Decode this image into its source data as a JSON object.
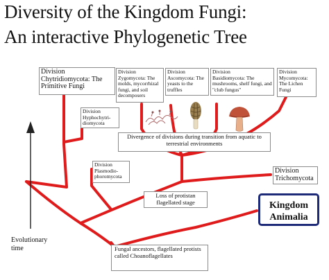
{
  "title_line1": "Diversity of the Kingdom Fungi:",
  "title_line2": "An interactive Phylogenetic Tree",
  "colors": {
    "branch": "#e01b1b",
    "box_border": "#8a8a8a",
    "kingdom_border": "#1c2a78",
    "arrow": "#222222"
  },
  "boxes": {
    "chytrid": {
      "division": "Division",
      "text": "Chytridiomycota: The Primitive Fungi"
    },
    "zygo": {
      "division": "Division",
      "text": "Zygomycota: The molds, mycorrhizal fungi, and soil decomposers"
    },
    "asco": {
      "division": "Division",
      "text": "Ascomycota: The yeasts to the truffles"
    },
    "basidio": {
      "division": "Division",
      "text": "Basidiomycota: The mushrooms, shelf fungi, and \"club fungus\""
    },
    "myco": {
      "division": "Division",
      "text": "Mycomycota: The Lichen Fungi"
    },
    "hypho": {
      "division": "Division",
      "text": "Hyphochytri-diomycota"
    },
    "plasmo": {
      "division": "Division",
      "text": "Plasmodio-phoromycota"
    },
    "tricho": {
      "division": "Division",
      "text": "Trichomycota"
    },
    "divergence": {
      "text": "Divergence of divisions during transition from aquatic to terrestrial environments"
    },
    "loss": {
      "text": "Loss of protistan flagellated stage"
    },
    "ancestors": {
      "text": "Fungal ancestors, flagellated protists called Choanoflagellates"
    }
  },
  "kingdom": {
    "line1": "Kingdom",
    "line2": "Animalia"
  },
  "evolutionary_time": {
    "line1": "Evolutionary",
    "line2": "time"
  },
  "icons": [
    "mold-illustration",
    "morel-illustration",
    "mushroom-illustration",
    "up-arrow-icon"
  ]
}
